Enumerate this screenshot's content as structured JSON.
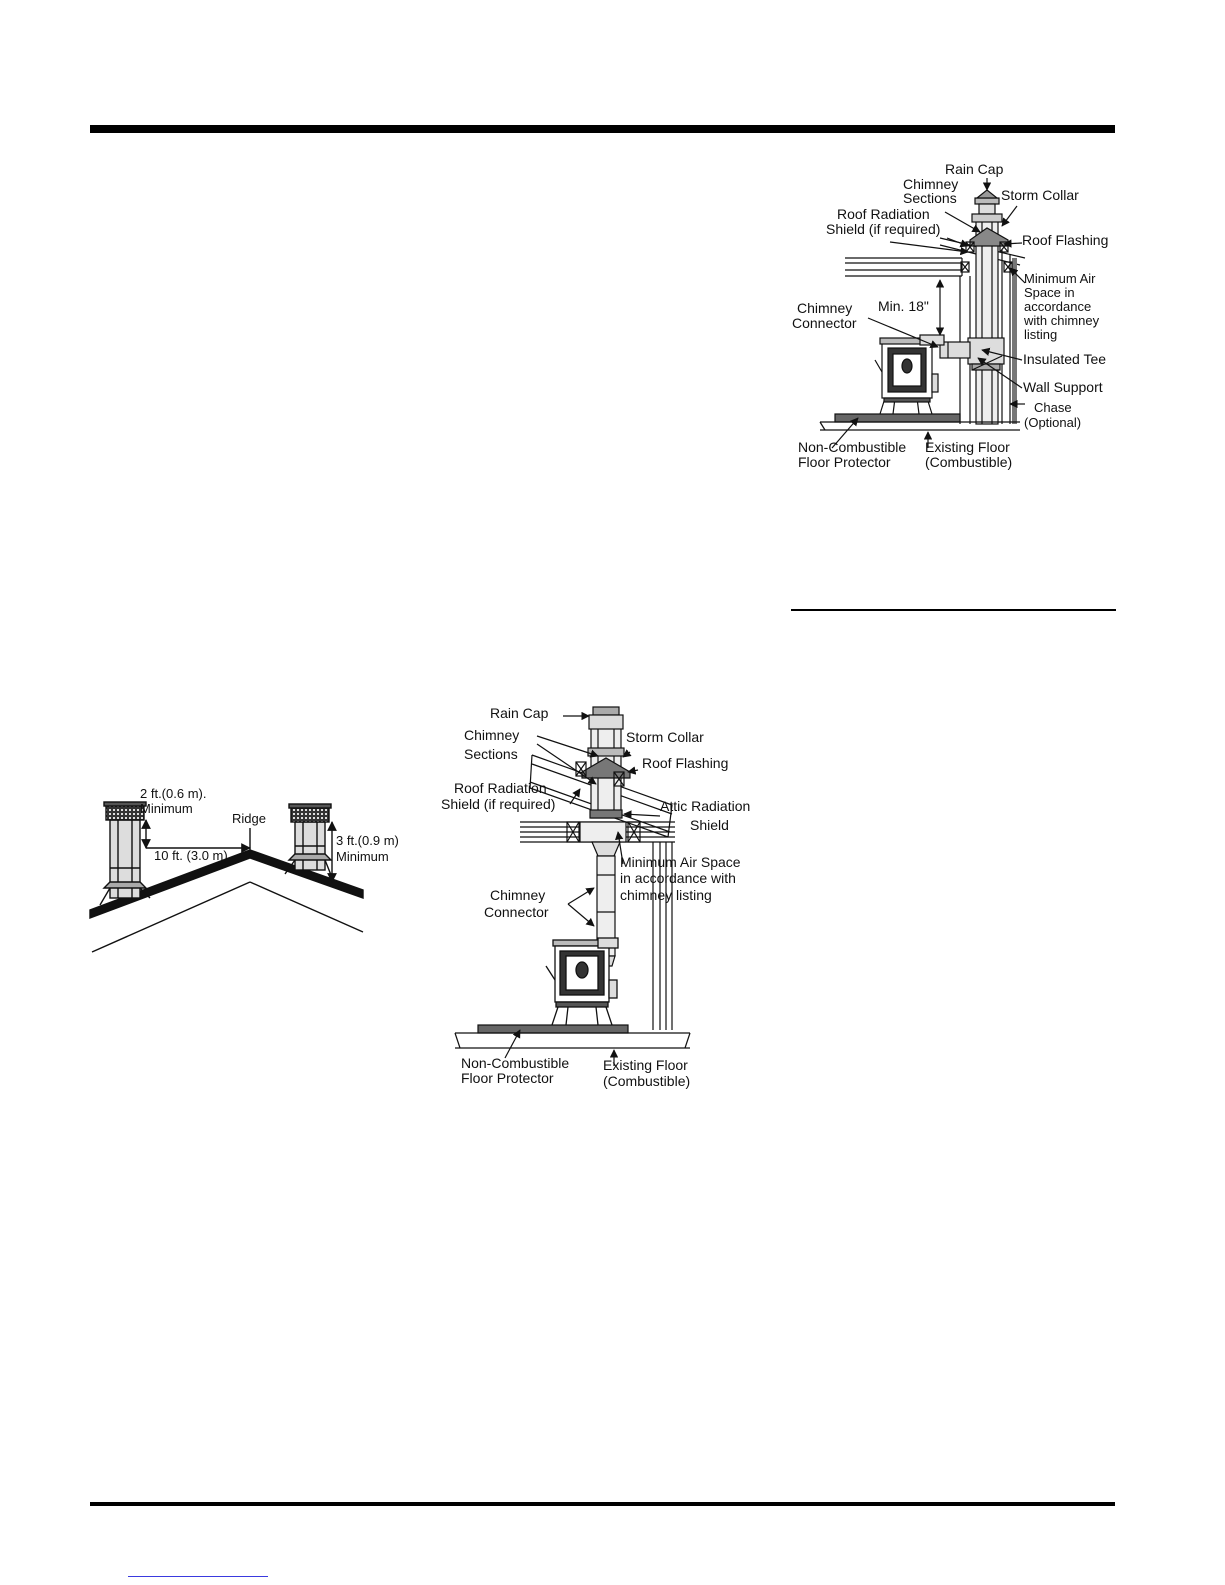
{
  "diagram_right": {
    "labels": {
      "rain_cap": "Rain Cap",
      "chimney_sections_1": "Chimney",
      "chimney_sections_2": "Sections",
      "storm_collar": "Storm Collar",
      "roof_radiation_1": "Roof Radiation",
      "roof_radiation_2": "Shield (if required)",
      "roof_flashing": "Roof Flashing",
      "min_air_1": "Minimum Air",
      "min_air_2": "Space in",
      "min_air_3": "accordance",
      "min_air_4": "with chimney",
      "min_air_5": "listing",
      "chimney_connector_1": "Chimney",
      "chimney_connector_2": "Connector",
      "min_18": "Min. 18\"",
      "insulated_tee": "Insulated Tee",
      "wall_support": "Wall Support",
      "chase_1": "Chase",
      "chase_2": "(Optional)",
      "floor_protector_1": "Non-Combustible",
      "floor_protector_2": "Floor Protector",
      "existing_floor_1": "Existing Floor",
      "existing_floor_2": "(Combustible)"
    }
  },
  "diagram_roof": {
    "labels": {
      "two_ft_1": "2 ft.(0.6 m).",
      "two_ft_2": "Minimum",
      "ridge": "Ridge",
      "ten_ft": "10 ft. (3.0 m)",
      "three_ft_1": "3 ft.(0.9 m)",
      "three_ft_2": "Minimum"
    }
  },
  "diagram_center": {
    "labels": {
      "rain_cap": "Rain Cap",
      "chimney_sections_1": "Chimney",
      "chimney_sections_2": "Sections",
      "storm_collar": "Storm Collar",
      "roof_flashing": "Roof Flashing",
      "roof_radiation_1": "Roof Radiation",
      "roof_radiation_2": "Shield (if required)",
      "attic_radiation_1": "Attic Radiation",
      "attic_radiation_2": "Shield",
      "min_air_1": "Minimum Air Space",
      "min_air_2": "in accordance with",
      "min_air_3": "chimney listing",
      "chimney_connector_1": "Chimney",
      "chimney_connector_2": "Connector",
      "floor_protector_1": "Non-Combustible",
      "floor_protector_2": "Floor Protector",
      "existing_floor_1": "Existing Floor",
      "existing_floor_2": "(Combustible)"
    }
  }
}
